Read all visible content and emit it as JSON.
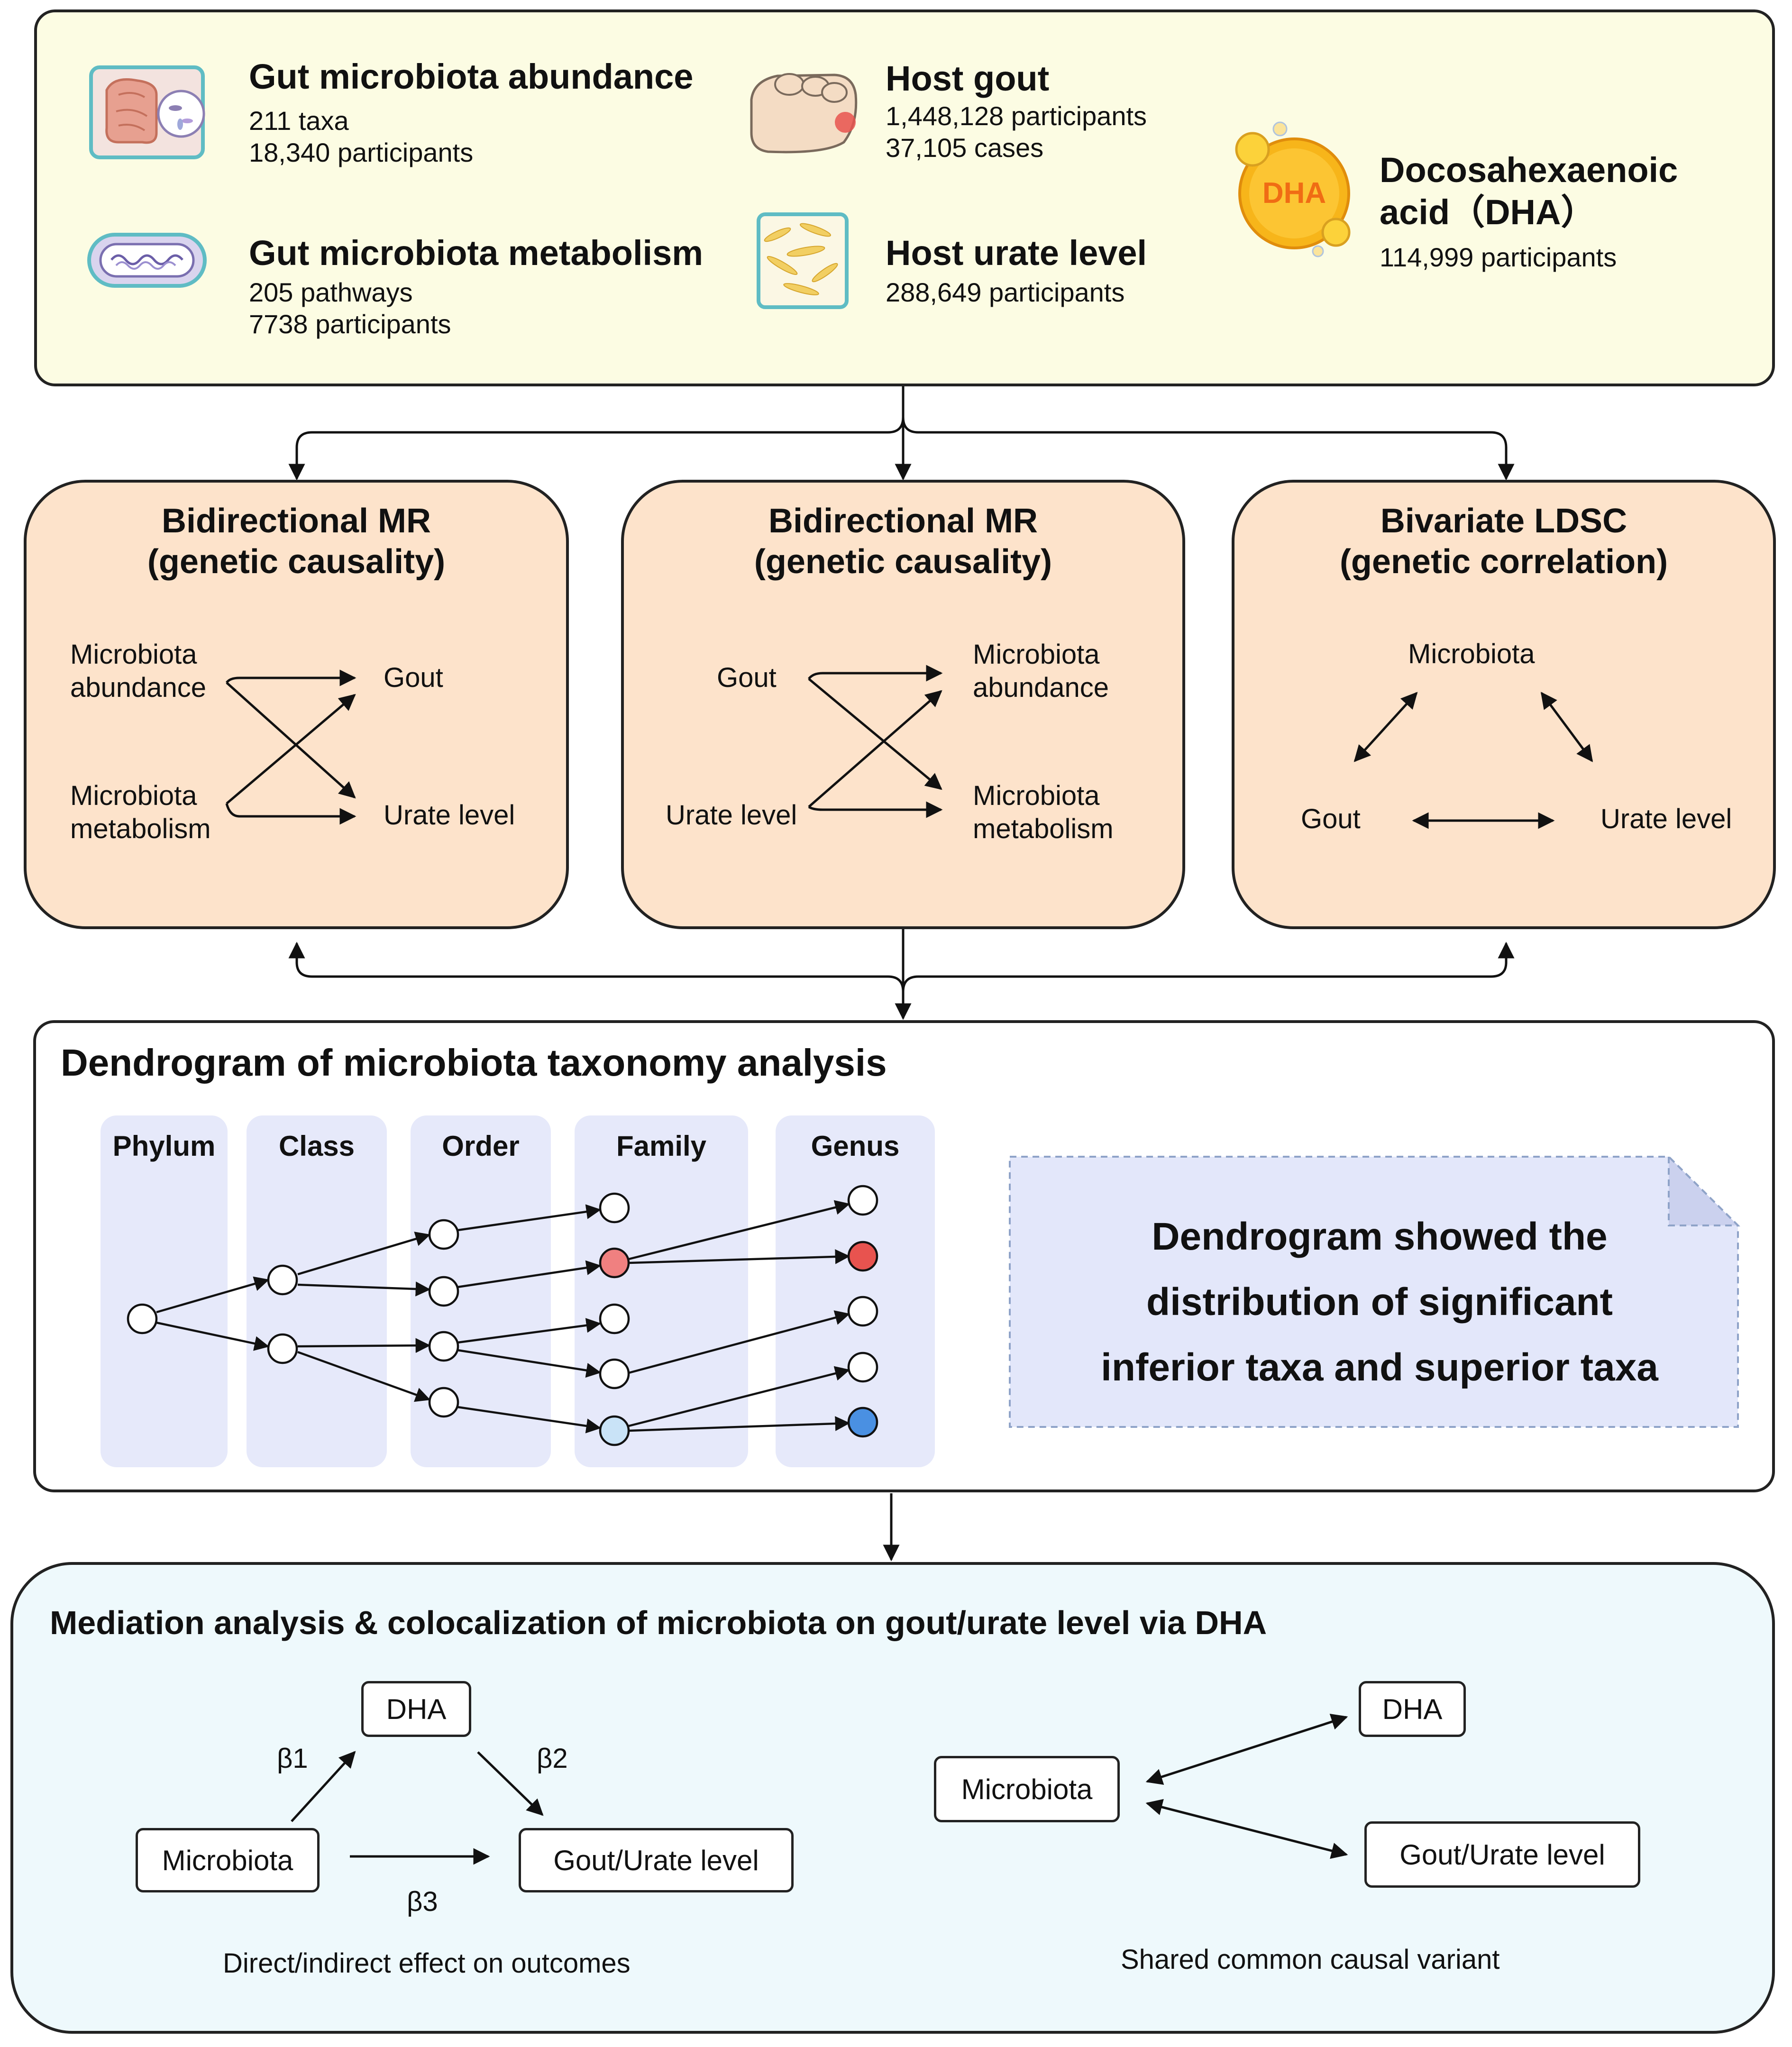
{
  "sources": {
    "abundance": {
      "title": "Gut microbiota abundance",
      "line1": "211 taxa",
      "line2": "18,340 participants",
      "icon": "intestine-icon"
    },
    "metabolism": {
      "title": "Gut microbiota metabolism",
      "line1": "205 pathways",
      "line2": "7738 participants",
      "icon": "bacterium-icon"
    },
    "gout": {
      "title": "Host gout",
      "line1": "1,448,128 participants",
      "line2": "37,105 cases",
      "icon": "foot-icon"
    },
    "urate": {
      "title": "Host urate level",
      "line1": "288,649 participants",
      "icon": "urate-crystal-icon"
    },
    "dha": {
      "title_line1": "Docosahexaenoic",
      "title_line2": "acid（DHA）",
      "line1": "114,999 participants",
      "icon_label": "DHA",
      "icon": "dha-droplet-icon"
    }
  },
  "mr1": {
    "title_line1": "Bidirectional MR",
    "title_line2": "(genetic causality)",
    "left_top_1": "Microbiota",
    "left_top_2": "abundance",
    "left_bottom_1": "Microbiota",
    "left_bottom_2": "metabolism",
    "right_top": "Gout",
    "right_bottom": "Urate level"
  },
  "mr2": {
    "title_line1": "Bidirectional MR",
    "title_line2": "(genetic causality)",
    "left_top": "Gout",
    "left_bottom": "Urate level",
    "right_top_1": "Microbiota",
    "right_top_2": "abundance",
    "right_bottom_1": "Microbiota",
    "right_bottom_2": "metabolism"
  },
  "ldsc": {
    "title_line1": "Bivariate LDSC",
    "title_line2": "(genetic correlation)",
    "top": "Microbiota",
    "left": "Gout",
    "right": "Urate level"
  },
  "dendrogram": {
    "title": "Dendrogram of microbiota taxonomy analysis",
    "columns": [
      "Phylum",
      "Class",
      "Order",
      "Family",
      "Genus"
    ],
    "note_line1": "Dendrogram showed the",
    "note_line2": "distribution of significant",
    "note_line3": "inferior taxa and superior taxa",
    "colors": {
      "node": "#ffffff",
      "superior_red": "#f08080",
      "inferior_red": "#e8534f",
      "superior_blue": "#c9e3f7",
      "inferior_blue": "#4a90e2",
      "column_bg": "#e6e9fa",
      "note_bg": "#e3e7fa"
    }
  },
  "mediation": {
    "title": "Mediation analysis & colocalization of microbiota on gout/urate level via DHA",
    "left": {
      "dha": "DHA",
      "microbiota": "Microbiota",
      "outcome": "Gout/Urate level",
      "b1": "β1",
      "b2": "β2",
      "b3": "β3",
      "caption": "Direct/indirect effect on outcomes"
    },
    "right": {
      "dha": "DHA",
      "microbiota": "Microbiota",
      "outcome": "Gout/Urate level",
      "caption": "Shared common causal variant"
    }
  },
  "colors": {
    "top_panel": "#fcfce3",
    "mr_panel": "#fde3cb",
    "bottom_panel": "#eef9fc"
  }
}
